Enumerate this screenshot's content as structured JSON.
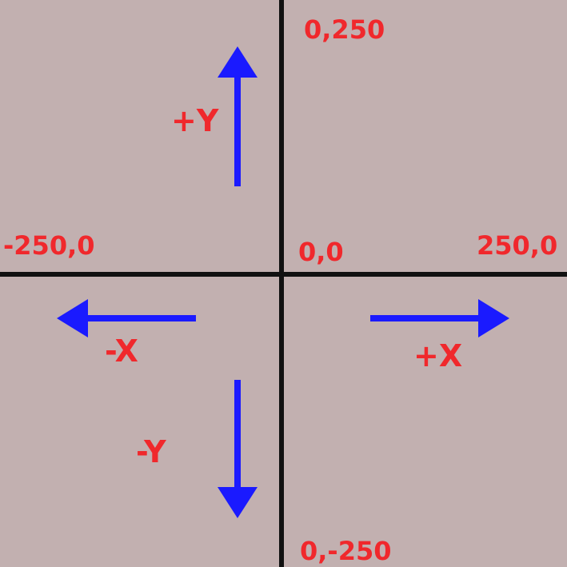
{
  "labels": {
    "top_coord": "0,250",
    "left_coord": "-250,0",
    "origin": "0,0",
    "right_coord": "250,0",
    "bottom_coord": "0,-250",
    "plus_y": "+Y",
    "minus_x": "-X",
    "plus_x": "+X",
    "minus_y": "-Y"
  },
  "colors": {
    "background": "#c2b0b0",
    "axis": "#111111",
    "arrow": "#1a1aff",
    "label": "#f0282c"
  },
  "icons": {
    "up_arrow": "arrow-up-icon",
    "left_arrow": "arrow-left-icon",
    "right_arrow": "arrow-right-icon",
    "down_arrow": "arrow-down-icon"
  }
}
